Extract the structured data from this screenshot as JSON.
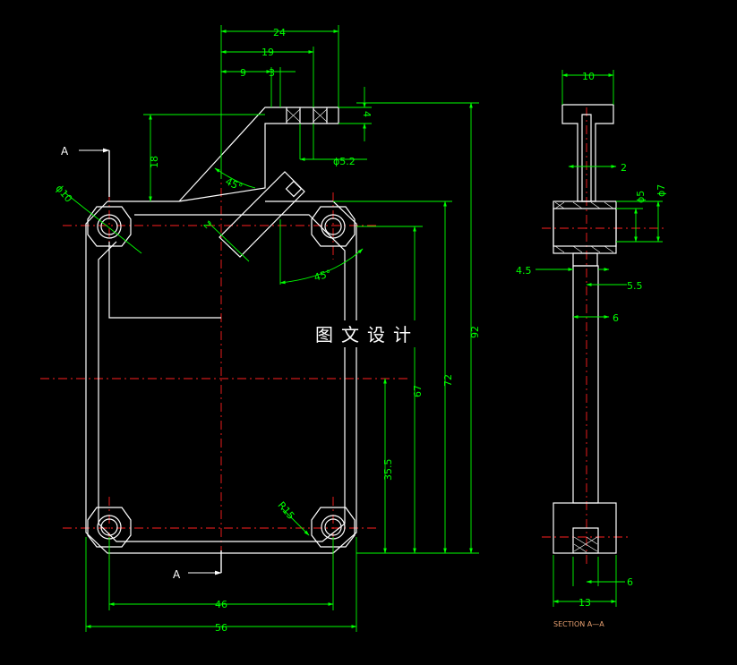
{
  "watermark": "图文设计",
  "section_markers": {
    "top": "A",
    "bottom": "A"
  },
  "section_caption": "SECTION  A—A",
  "front_dims": {
    "d24": "24",
    "d19": "19",
    "d9": "9",
    "d3": "3",
    "d4": "4",
    "d52": "ϕ5.2",
    "d18": "18",
    "a45a": "45°",
    "a45b": "45°",
    "d2": "2",
    "d10": "ϕ10",
    "d92": "92",
    "d72": "72",
    "d67": "67",
    "d355": "35.5",
    "r15": "R15",
    "d46": "46",
    "d56": "56"
  },
  "side_dims": {
    "d10": "10",
    "d2": "2",
    "d5": "ϕ5",
    "d7": "ϕ7",
    "d45": "4.5",
    "d55": "5.5",
    "d6a": "6",
    "d6b": "6",
    "d13": "13"
  },
  "colors": {
    "outline": "#ffffff",
    "dimension": "#00ff00",
    "centerline": "#ff2020",
    "background": "#000000"
  }
}
